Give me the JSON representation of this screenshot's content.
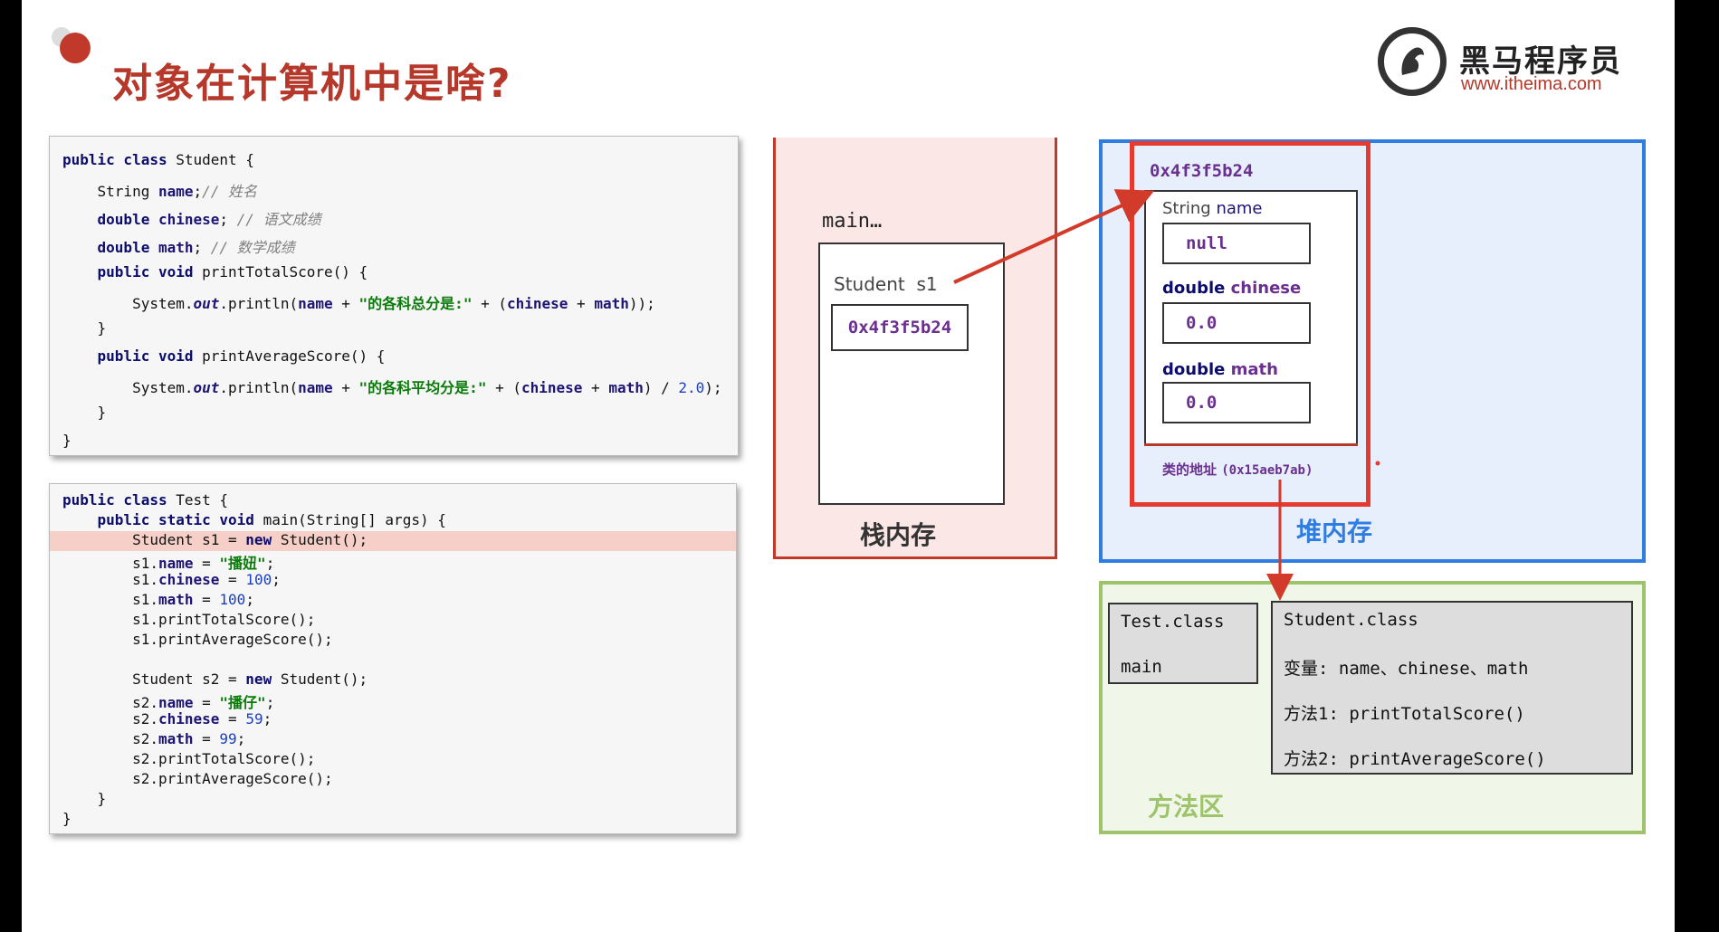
{
  "title": "对象在计算机中是啥?",
  "logo": {
    "icon": "horse-logo-icon",
    "name": "黑马程序员",
    "url": "www.itheima.com"
  },
  "student_code": [
    "public class Student {",
    "    String name;// 姓名",
    "    double chinese; // 语文成绩",
    "    double math; // 数学成绩",
    "    public void printTotalScore() {",
    "        System.out.println(name + \"的各科总分是:\" + (chinese + math));",
    "    }",
    "    public void printAverageScore() {",
    "        System.out.println(name + \"的各科平均分是:\" + (chinese + math) / 2.0);",
    "    }",
    "}"
  ],
  "test_code": [
    "public class Test {",
    "    public static void main(String[] args) {",
    "        Student s1 = new Student();",
    "        s1.name = \"播妞\";",
    "        s1.chinese = 100;",
    "        s1.math = 100;",
    "        s1.printTotalScore();",
    "        s1.printAverageScore();",
    "",
    "        Student s2 = new Student();",
    "        s2.name = \"播仔\";",
    "        s2.chinese = 59;",
    "        s2.math = 99;",
    "        s2.printTotalScore();",
    "        s2.printAverageScore();",
    "    }",
    "}"
  ],
  "stack": {
    "label": "栈内存",
    "frame_label": "main…",
    "var_label": "Student  s1",
    "var_value": "0x4f3f5b24"
  },
  "heap": {
    "label": "堆内存",
    "object_address": "0x4f3f5b24",
    "fields": [
      {
        "type": "String",
        "name": "name",
        "value": "null"
      },
      {
        "type": "double",
        "name": "chinese",
        "value": "0.0"
      },
      {
        "type": "double",
        "name": "math",
        "value": "0.0"
      }
    ],
    "class_address_label": "类的地址",
    "class_address": "(0x15aeb7ab)"
  },
  "method_area": {
    "label": "方法区",
    "test_class": {
      "name": "Test.class",
      "method": "main"
    },
    "student_class": {
      "name": "Student.class",
      "variables": "变量: name、chinese、math",
      "method1": "方法1: printTotalScore()",
      "method2": "方法2: printAverageScore()"
    }
  },
  "colors": {
    "stack": "#c0392b",
    "heap": "#2f7de1",
    "method": "#9dc36b",
    "object": "#e53a2f",
    "arrow": "#d23a2a"
  }
}
